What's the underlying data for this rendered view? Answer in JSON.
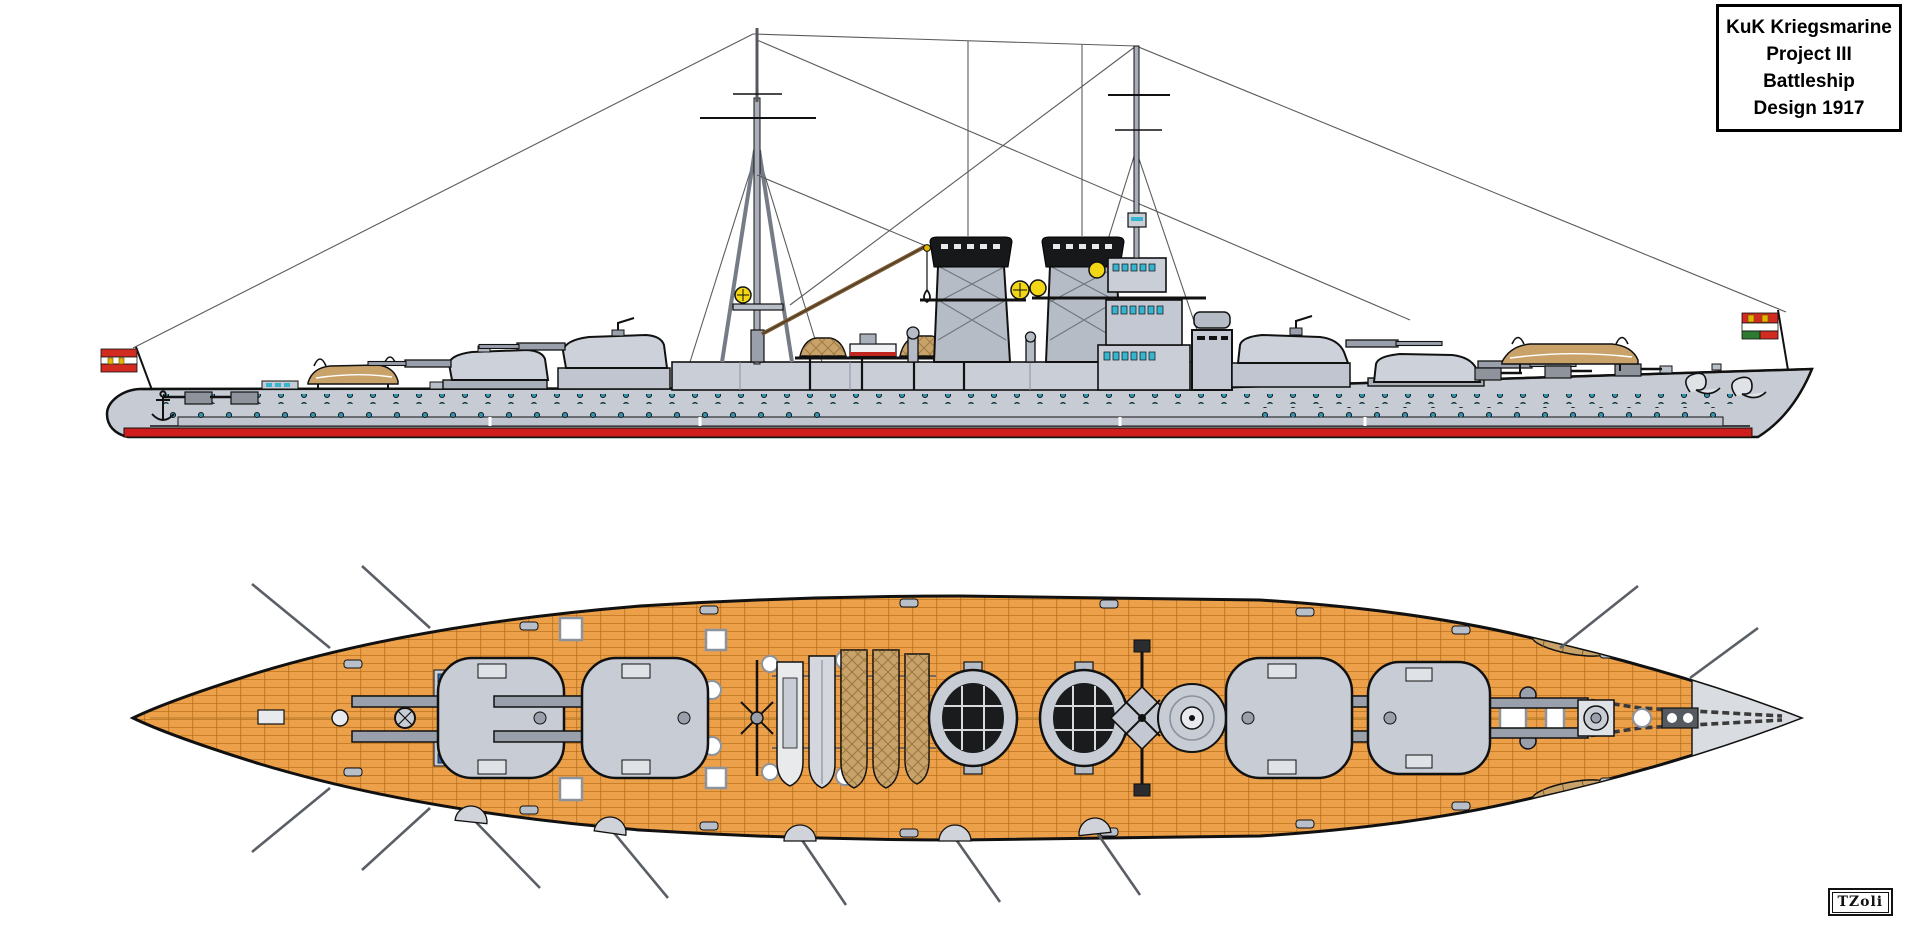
{
  "title_box": {
    "lines": [
      "KuK Kriegsmarine",
      "Project III",
      "Battleship",
      "Design 1917"
    ]
  },
  "signature": {
    "text": "TZoli"
  },
  "drawing": {
    "views": [
      {
        "id": "side-profile",
        "description": "Side profile of the battleship; stern at left with red-white-red ensign, bow at right with 1915 jack, two funnels, tripod mainmast with boat crane, pole foremast, superfiring twin gun turrets fore and aft"
      },
      {
        "id": "deck-plan",
        "description": "Top-down deck plan; stern at left, bow at right, orange planked wooden deck, four twin turrets, two round funnel tops, boats stowed athwartships amidships, anchor chains on grey steel bow deck"
      }
    ],
    "colors": {
      "background": "#ffffff",
      "hull_gray": "#c6cbd4",
      "superstructure_gray": "#c9ced7",
      "fitting_gray": "#9aa0ab",
      "deck_wood_orange": "#eda04a",
      "plank_seam_brown": "#c97f28",
      "waterline_red": "#cf1d1d",
      "porthole_teal": "#2f93ad",
      "window_teal": "#35b5cf",
      "searchlight_yellow": "#f2d715",
      "boat_tan": "#c9a26a",
      "funnel_cap_black": "#17181a",
      "grating_blue": "#2f6fc2",
      "flag_red": "#d22b1f",
      "flag_green": "#2f7a33",
      "flag_gold": "#e2b400",
      "outline_black": "#111111"
    },
    "flags": {
      "stern_ensign": "red-white-red with gold arms",
      "bow_jack": "red band with twin gold crowned shields over white, green and red lower quarters"
    }
  }
}
